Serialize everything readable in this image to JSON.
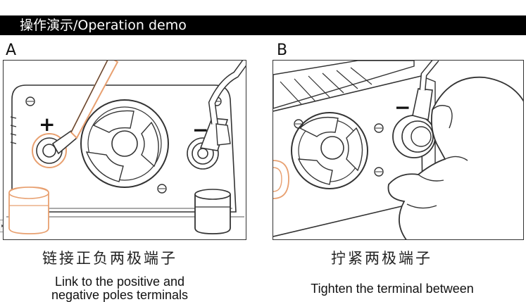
{
  "header": {
    "title": "操作演示/Operation demo"
  },
  "steps": [
    {
      "letter": "A",
      "polarity_positive": "+",
      "polarity_negative": "−",
      "caption_cn": "链接正负两极端子",
      "caption_en_line1": "Link to the positive and",
      "caption_en_line2": "negative poles terminals"
    },
    {
      "letter": "B",
      "polarity_negative": "−",
      "caption_cn": "拧紧两极端子",
      "caption_en_line1": "Tighten the terminal between"
    }
  ],
  "colors": {
    "header_bg": "#000000",
    "accent_orange": "#e8a070",
    "line": "#333333"
  },
  "icons": {
    "side_tab": "chevron-right-icon"
  }
}
